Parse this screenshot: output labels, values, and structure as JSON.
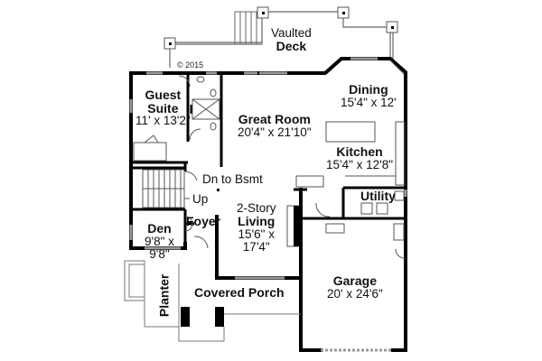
{
  "copyright": "© 2015",
  "rooms": {
    "deck": {
      "line1": "Vaulted",
      "line2": "Deck"
    },
    "guest_suite": {
      "name_line1": "Guest",
      "name_line2": "Suite",
      "dims": "11' x 13'2\""
    },
    "great_room": {
      "name": "Great Room",
      "dims": "20'4\" x 21'10\""
    },
    "dining": {
      "name": "Dining",
      "dims": "15'4\" x 12'"
    },
    "kitchen": {
      "name": "Kitchen",
      "dims": "15'4\" x 12'8\""
    },
    "utility": {
      "name": "Utility"
    },
    "living": {
      "line1": "2-Story",
      "name": "Living",
      "dims_line1": "15'6\" x",
      "dims_line2": "17'4\""
    },
    "den": {
      "name": "Den",
      "dims_line1": "9'8\" x",
      "dims_line2": "9'8\""
    },
    "foyer": {
      "name": "Foyer"
    },
    "covered_porch": {
      "name": "Covered Porch"
    },
    "planter": {
      "name": "Planter"
    },
    "garage": {
      "name": "Garage",
      "dims": "20' x 24'6\""
    }
  },
  "annotations": {
    "stairs_down": "Dn to Bsmt",
    "stairs_up": "Up"
  },
  "colors": {
    "wall": "#000000",
    "window": "#8c8c8c",
    "line": "#777777",
    "background": "#ffffff"
  }
}
